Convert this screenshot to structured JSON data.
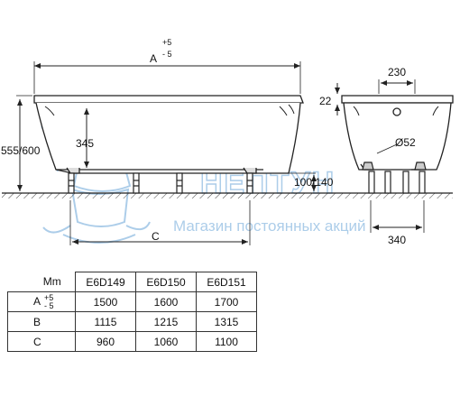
{
  "diagram": {
    "dimension_A": "A",
    "dimension_A_tol_plus": "+5",
    "dimension_A_tol_minus": "- 5",
    "height_total": "555/600",
    "inner_depth": "345",
    "dimension_C": "C",
    "leg_height": "100/140",
    "end_width": "230",
    "rim_height": "22",
    "drain_diameter": "Ø52",
    "leg_spacing": "340"
  },
  "watermark": {
    "brand": "НЕПТУН",
    "tagline": "Магазин постоянных акций"
  },
  "table": {
    "corner": "Mm",
    "columns": [
      "E6D149",
      "E6D150",
      "E6D151"
    ],
    "rows": [
      {
        "label": "A",
        "tol_plus": "+5",
        "tol_minus": "- 5",
        "values": [
          "1500",
          "1600",
          "1700"
        ]
      },
      {
        "label": "B",
        "values": [
          "1115",
          "1215",
          "1315"
        ]
      },
      {
        "label": "C",
        "values": [
          "960",
          "1060",
          "1100"
        ]
      }
    ]
  },
  "colors": {
    "line": "#222222",
    "watermark": "#6aa5d8"
  }
}
